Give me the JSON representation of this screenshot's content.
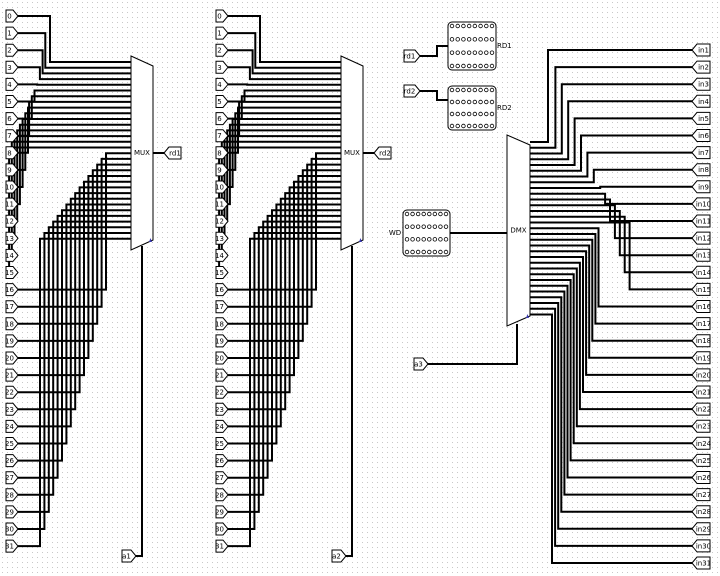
{
  "mux_inputs": [
    "0",
    "1",
    "2",
    "3",
    "4",
    "5",
    "6",
    "7",
    "8",
    "9",
    "10",
    "11",
    "12",
    "13",
    "14",
    "15",
    "16",
    "17",
    "18",
    "19",
    "20",
    "21",
    "22",
    "23",
    "24",
    "25",
    "26",
    "27",
    "28",
    "29",
    "30",
    "31"
  ],
  "mux_label": "MUX",
  "demux_label": "DMX",
  "mux1": {
    "output": "rd1",
    "select": "a1"
  },
  "mux2": {
    "output": "rd2",
    "select": "a2"
  },
  "probes": [
    {
      "input": "rd1",
      "label": "RD1"
    },
    {
      "input": "rd2",
      "label": "RD2"
    }
  ],
  "wd_label": "WD",
  "demux_select": "a3",
  "demux_outputs": [
    "in1",
    "in2",
    "in3",
    "in4",
    "in5",
    "in6",
    "in7",
    "in8",
    "in9",
    "in10",
    "in11",
    "in12",
    "in13",
    "in14",
    "in15",
    "in16",
    "in17",
    "in18",
    "in19",
    "in20",
    "in21",
    "in22",
    "in23",
    "in24",
    "in25",
    "in26",
    "in27",
    "in28",
    "in29",
    "in30",
    "in31"
  ],
  "colors": {
    "wire": "#000000",
    "select_arrow": "#3a3ab0"
  }
}
